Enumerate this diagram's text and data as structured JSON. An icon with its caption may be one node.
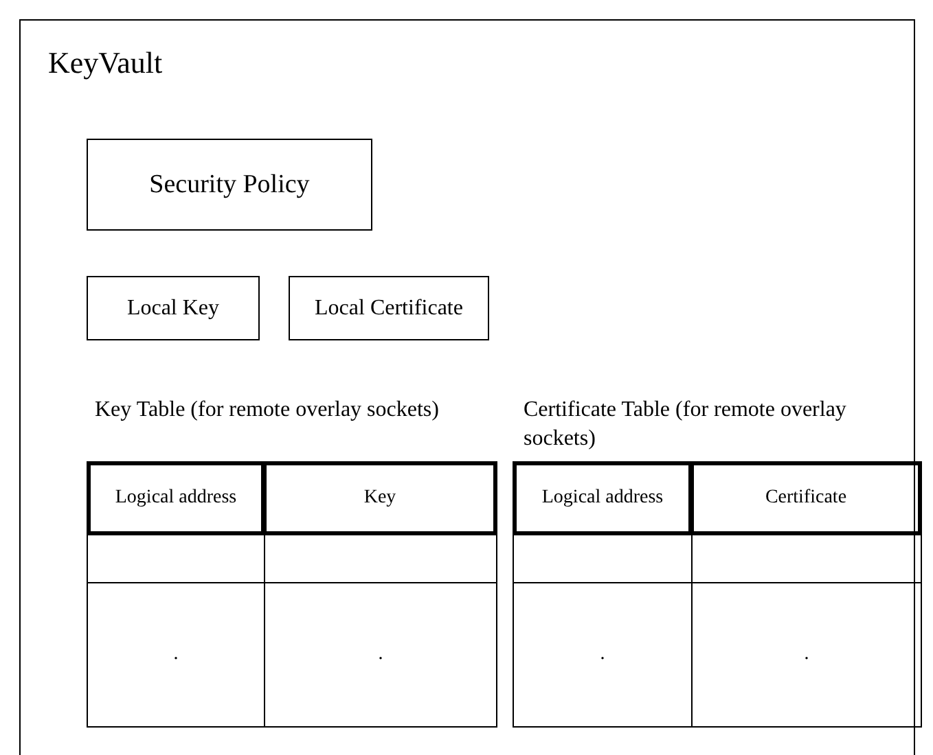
{
  "diagram": {
    "nodes": [
      {
        "text": [
          "KeyVault"
        ]
      },
      {
        "text": [
          "Security Policy"
        ],
        "in": 0
      },
      {
        "text": [
          "Local Key"
        ],
        "in": 0
      },
      {
        "text": [
          "Local Certificate"
        ],
        "in": 0
      },
      {
        "text": [
          "Key Table (for remote overlay sockets)"
        ],
        "in": 0
      },
      {
        "text": [
          "Certificate Table (for remote overlay sockets)"
        ],
        "in": 0
      }
    ],
    "labels": [
      "Logical address",
      "Key",
      ".",
      ".",
      "Logical address",
      "Certificate",
      ".",
      "."
    ]
  }
}
